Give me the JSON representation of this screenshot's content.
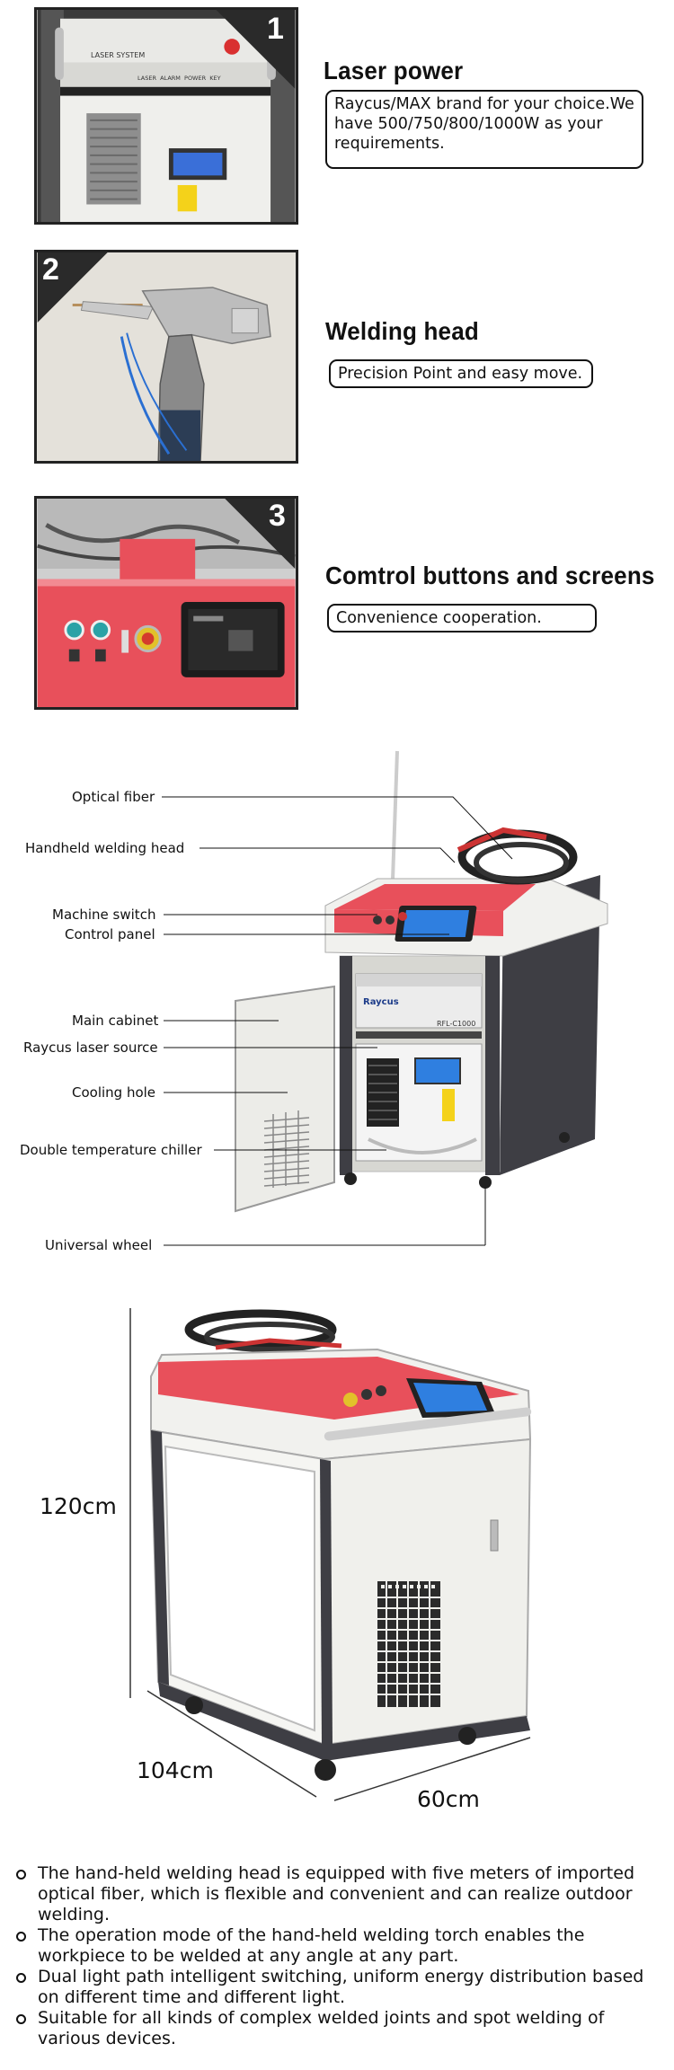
{
  "features": [
    {
      "number": "1",
      "title": "Laser power",
      "description": "Raycus/MAX brand for your choice.We have 500/750/800/1000W as your requirements.",
      "photo_text": {
        "panel_label": "LASER SYSTEM",
        "panel_indicators": "LASER  ALARM  POWER  KEY"
      }
    },
    {
      "number": "2",
      "title": "Welding head",
      "description": "Precision Point and easy move."
    },
    {
      "number": "3",
      "title": "Comtrol buttons and screens",
      "description": "Convenience cooperation."
    }
  ],
  "diagram": {
    "callouts": [
      "Optical fiber",
      "Handheld welding head",
      "Machine switch",
      "Control panel",
      "Main cabinet",
      "Raycus laser source",
      "Cooling hole",
      "Double temperature chiller",
      "Universal wheel"
    ],
    "brand_label": "Raycus",
    "model_label": "RFL-C1000"
  },
  "dimensions": {
    "height": "120cm",
    "depth": "104cm",
    "width": "60cm"
  },
  "bullets": [
    "The hand-held welding head is equipped with five meters of imported optical fiber, which is flexible and convenient and can realize outdoor welding.",
    "The operation mode of the hand-held welding torch enables the workpiece to be welded at any angle at any part.",
    "Dual light path intelligent switching, uniform energy distribution based on different time and different light.",
    "Suitable for all kinds of complex welded joints and spot welding of various devices."
  ],
  "colors": {
    "machine_red": "#e8505b",
    "machine_white": "#f1f1ee",
    "machine_dark": "#3e3e44",
    "outline": "#111111"
  }
}
